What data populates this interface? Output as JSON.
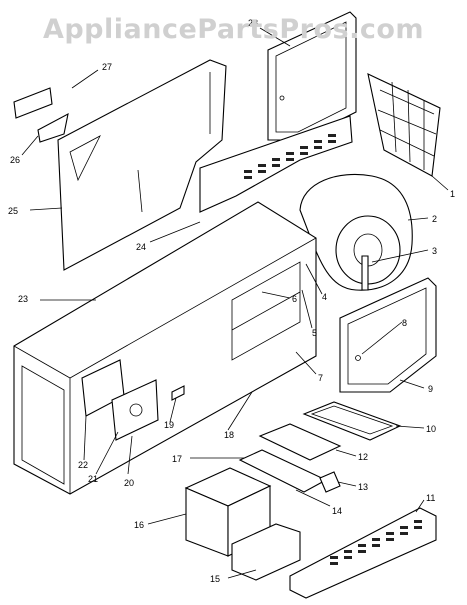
{
  "watermark": "AppliancePartsPros.com",
  "labels": [
    "1",
    "2",
    "3",
    "4",
    "5",
    "6",
    "7",
    "8",
    "9",
    "10",
    "11",
    "12",
    "13",
    "14",
    "15",
    "16",
    "17",
    "18",
    "19",
    "20",
    "21",
    "22",
    "23",
    "24",
    "25",
    "26",
    "27",
    "28"
  ],
  "colors": {
    "line": "#000000",
    "watermark": "#d0d0d0",
    "background": "#ffffff"
  }
}
